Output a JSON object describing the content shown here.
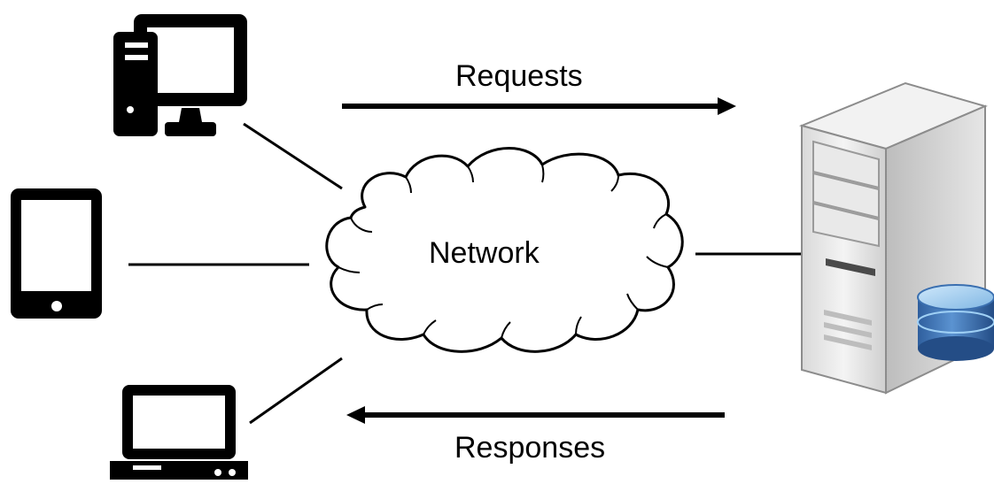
{
  "diagram": {
    "network_label": "Network",
    "requests_label": "Requests",
    "responses_label": "Responses"
  },
  "icons": {
    "desktop": "desktop-computer-icon",
    "tablet": "tablet-icon",
    "laptop": "laptop-icon",
    "cloud": "network-cloud-icon",
    "server": "server-tower-icon",
    "database": "database-icon"
  },
  "colors": {
    "stroke": "#000000",
    "server_light": "#e8e8e8",
    "server_dark": "#9a9a9a",
    "database_blue": "#3a6fb0",
    "database_light": "#8fc3ec"
  }
}
